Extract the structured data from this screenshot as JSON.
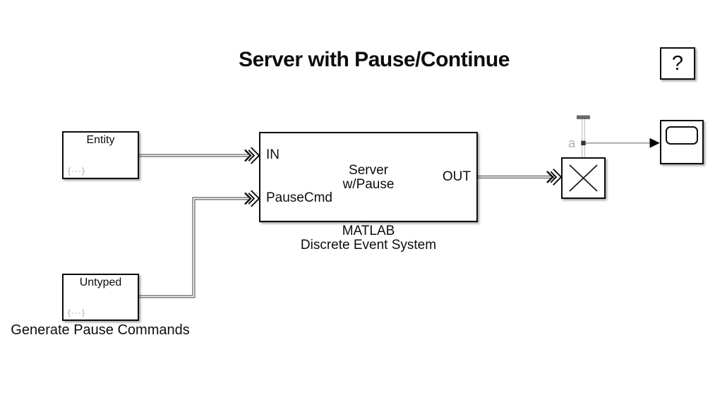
{
  "annotation_title": "Server with Pause/Continue",
  "help_block": {
    "label": "?"
  },
  "entity_generator": {
    "title": "Entity",
    "type_badge": "{···}"
  },
  "pause_generator": {
    "title": "Untyped",
    "type_badge": "{···}",
    "caption": "Generate Pause Commands"
  },
  "server_block": {
    "in_port_label": "IN",
    "pause_port_label": "PauseCmd",
    "out_port_label": "OUT",
    "display_name_line1": "Server",
    "display_name_line2": "w/Pause",
    "caption_line1": "MATLAB",
    "caption_line2": "Discrete Event System"
  },
  "terminator_block": {
    "stat_signal_label": "a"
  },
  "colors": {
    "background": "#ffffff",
    "block_border": "#0d0d0d",
    "entity_path": "#4d4d4d",
    "signal_line": "#8c8c8c",
    "stat_line": "#c6c6c6",
    "stat_cap": "#6b6b6b",
    "muted_badge": "#a9a9a9",
    "text": "#0d0d0d"
  }
}
